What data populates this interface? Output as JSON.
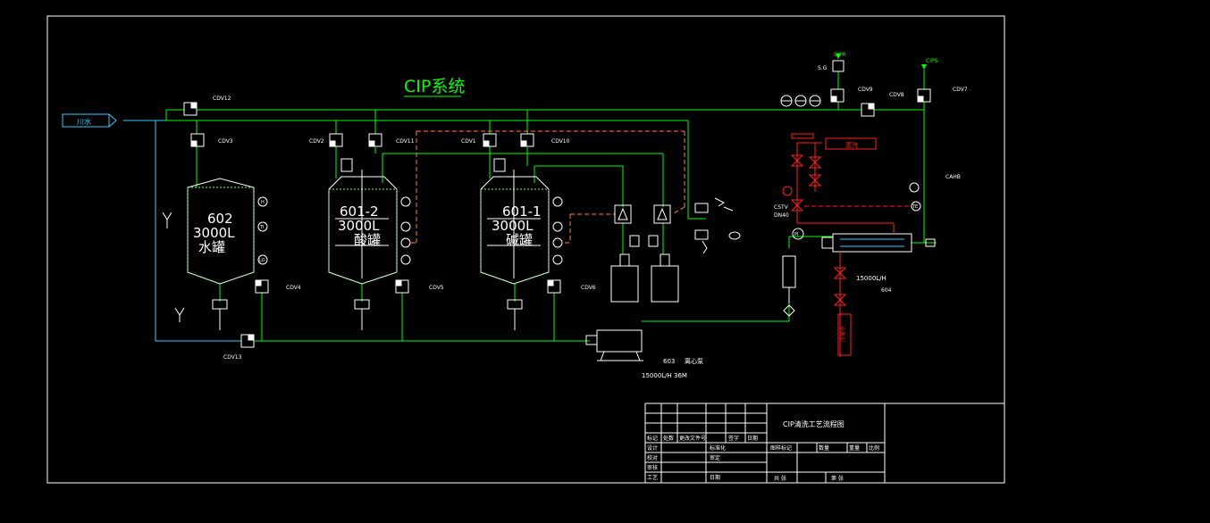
{
  "title": "CIP系统",
  "water_inlet": "川水",
  "valves": {
    "v12": "CDV12",
    "v3": "CDV3",
    "v2": "CDV2",
    "v11": "CDV11",
    "v1": "CDV1",
    "v10": "CDV10",
    "v4": "CDV4",
    "v5": "CDV5",
    "v6": "CDV6",
    "v13": "CDV13",
    "v9": "CDV9",
    "v8": "CDV8",
    "v7": "CDV7"
  },
  "top_right": {
    "sg": "S.G",
    "cipr": "CIPR",
    "cips": "CIPS",
    "cah": "CAHB"
  },
  "tanks": [
    {
      "id": "602",
      "volume": "3000L",
      "name": "水罐"
    },
    {
      "id": "601-2",
      "volume": "3000L",
      "name": "酸罐"
    },
    {
      "id": "601-1",
      "volume": "3000L",
      "name": "碱罐"
    }
  ],
  "sensor_labels": {
    "high": "H",
    "temp": "TI",
    "low": "LO"
  },
  "pump": {
    "tag": "603",
    "name": "离心泵",
    "spec": "15000L/H 36M"
  },
  "heater": {
    "spec": "15000L/H",
    "tag": "604",
    "pi": "PI",
    "te": "TE"
  },
  "steam": {
    "label": "蒸汽",
    "valve": "CSTV",
    "size": "DN40",
    "condensate": "冷凝水"
  },
  "title_block": {
    "drawing_title": "CIP清洗工艺流程图",
    "row_headers": [
      "标记",
      "处数",
      "更改文件号",
      "签字",
      "日期"
    ],
    "col_left": [
      "设计",
      "校对",
      "审核",
      "工艺"
    ],
    "col_mid": [
      "标准化",
      "审定",
      "日期"
    ],
    "bottom_right_headers": [
      "图样标记",
      "数量",
      "重量",
      "比例"
    ],
    "sheet_a": "共 张",
    "sheet_b": "第 张"
  },
  "colors": {
    "background": "#000000",
    "frame": "#ffffff",
    "process": "#00ff00",
    "water": "#33ccff",
    "steam": "#ff2020",
    "return": "#ff8040",
    "equipment": "#ffffff"
  }
}
